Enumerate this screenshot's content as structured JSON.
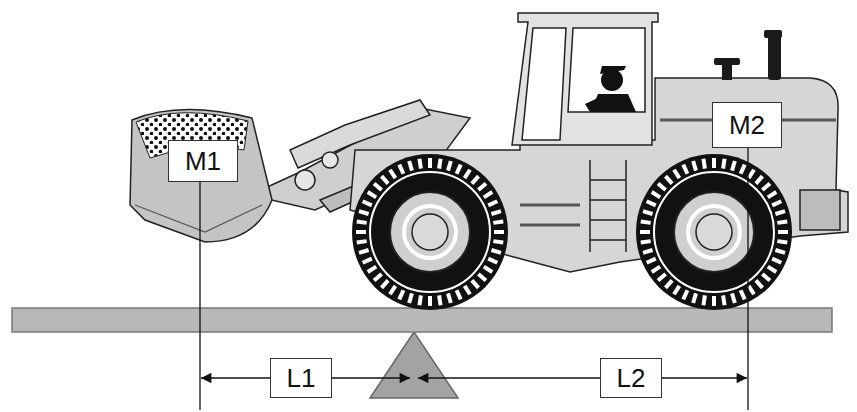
{
  "diagram": {
    "nodes": [
      {
        "text": [
          "M1"
        ]
      },
      {
        "text": [
          "M2"
        ]
      },
      {
        "text": [
          "L1"
        ]
      },
      {
        "text": [
          "L2"
        ]
      }
    ]
  }
}
